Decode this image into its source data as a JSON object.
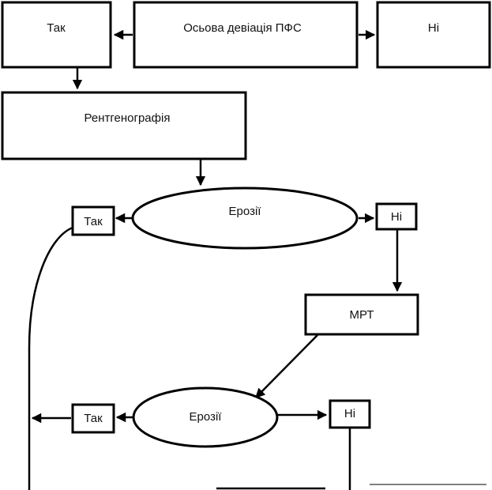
{
  "nodes": {
    "tak_top": "Так",
    "axial_deviation": "Осьова девіація ПФС",
    "ni_top": "Ні",
    "radiography": "Рентгенографія",
    "erosion_1": "Ерозії",
    "tak_mid": "Так",
    "ni_mid": "Ні",
    "mri": "МРТ",
    "erosion_2": "Ерозії",
    "tak_bottom": "Так",
    "ni_bottom": "Ні"
  },
  "colors": {
    "stroke": "#000000",
    "fill": "#ffffff",
    "text": "#111111"
  }
}
